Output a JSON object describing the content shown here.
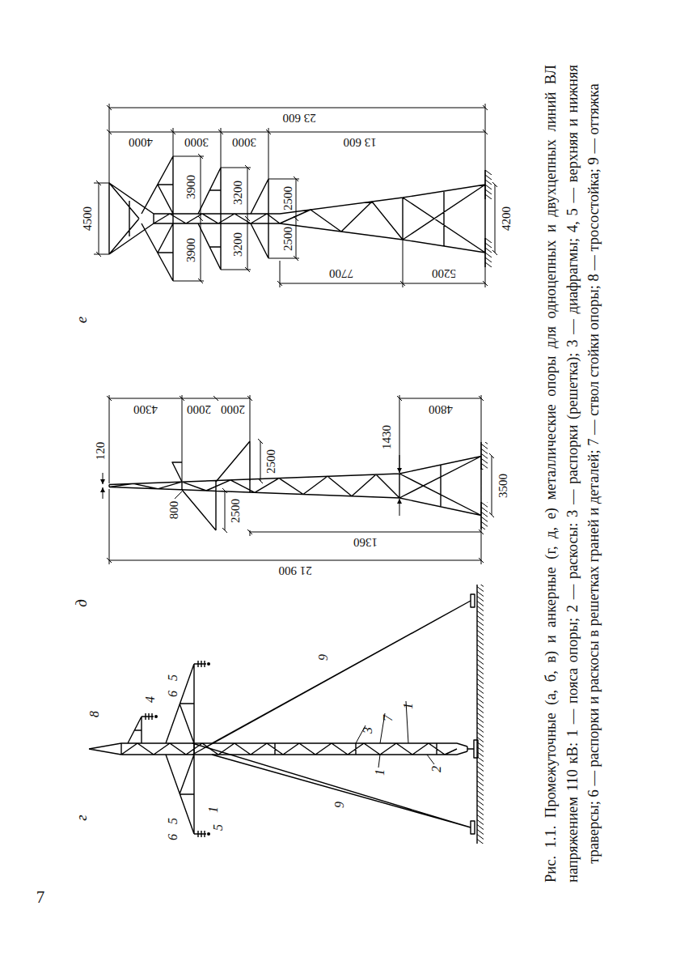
{
  "diagram": {
    "caption": "Рис. 1.1. Промежуточные (а, б, в) и анкерные (г, д, е) металлические опоры для одноцепных и двухцепных линий ВЛ напряжением 110 кВ: 1 — пояса опоры; 2 — раскосы: 3 — распорки (решетка); 3 — диафрагмы; 4, 5 — верхняя и нижняя траверсы; 6 — распорки и раскосы в решетках граней и деталей; 7 — ствол стойки опоры; 8 — тросостойка; 9 — оттяжка",
    "labels": [
      "г",
      "д",
      "е",
      "8",
      "4",
      "5",
      "6",
      "6",
      "5",
      "1",
      "5",
      "9",
      "9",
      "3",
      "7",
      "1",
      "1",
      "2",
      "120",
      "800",
      "2500",
      "2500",
      "1430",
      "3500",
      "4300",
      "2000",
      "2000",
      "4800",
      "1360",
      "21 900",
      "4500",
      "3900",
      "3900",
      "3200",
      "3200",
      "2500",
      "2500",
      "4000",
      "3000",
      "3000",
      "13 600",
      "23 600",
      "7700",
      "5200",
      "4200",
      "7"
    ]
  }
}
